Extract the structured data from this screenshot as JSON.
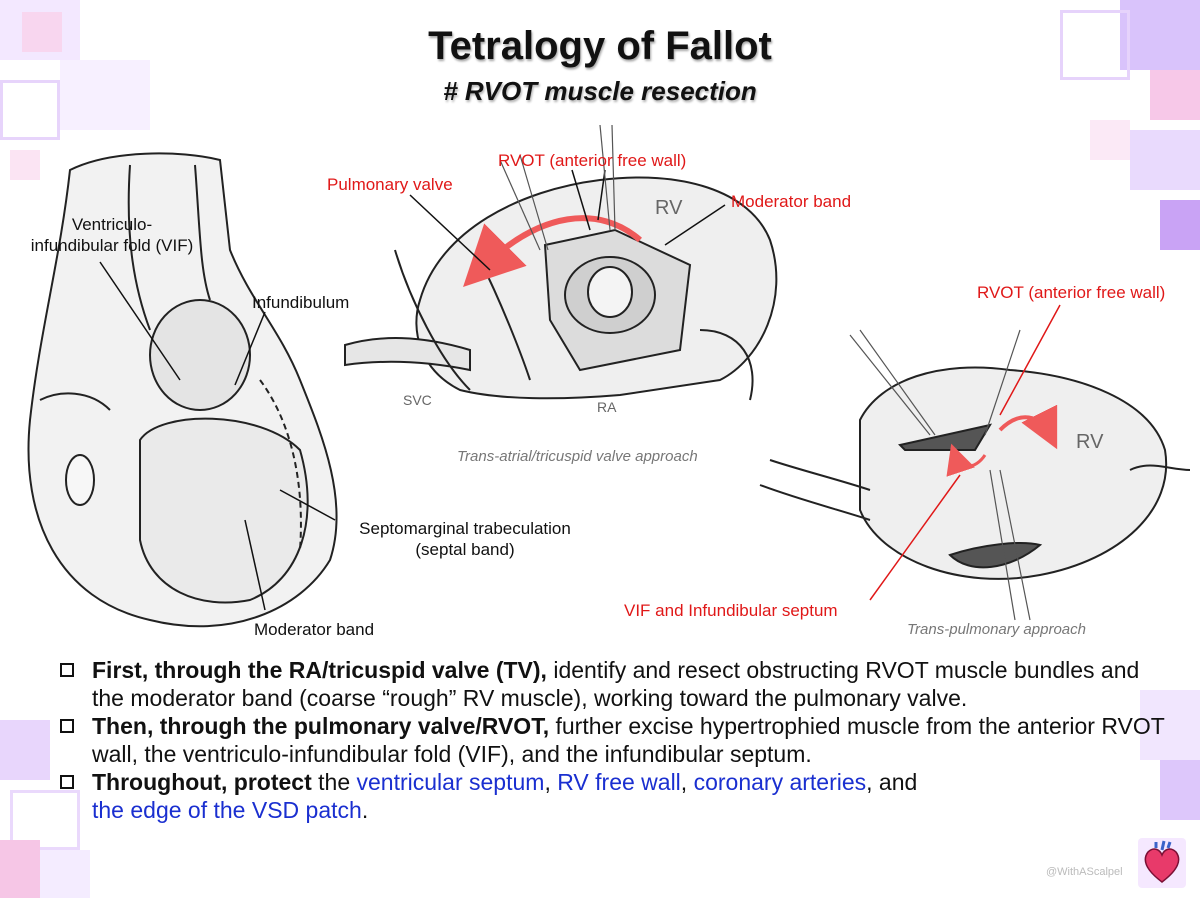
{
  "title": "Tetralogy of Fallot",
  "subtitle": "# RVOT muscle resection",
  "figure_left": {
    "labels": {
      "vif": "Ventriculo-\ninfundibular fold (VIF)",
      "infundibulum": "Infundibulum",
      "septomarginal": "Septomarginal trabeculation\n(septal band)",
      "moderator": "Moderator band"
    }
  },
  "figure_center": {
    "labels": {
      "pulmonary_valve": "Pulmonary valve",
      "rvot_free_wall": "RVOT (anterior free wall)",
      "moderator": "Moderator band",
      "rv": "RV",
      "svc": "SVC",
      "ra": "RA"
    },
    "caption": "Trans-atrial/tricuspid valve approach"
  },
  "figure_right": {
    "labels": {
      "rvot_free_wall": "RVOT (anterior free wall)",
      "rv": "RV",
      "vif_septum": "VIF and Infundibular septum"
    },
    "caption": "Trans-pulmonary approach"
  },
  "bullets": [
    {
      "bold": "First, through the RA/tricuspid valve (TV),",
      "rest": " identify and resect obstructing RVOT muscle bundles and the moderator band (coarse “rough” RV muscle), working toward the pulmonary valve."
    },
    {
      "bold": "Then, through the pulmonary valve/RVOT,",
      "rest": " further excise hypertrophied muscle from the anterior RVOT wall, the ventriculo-infundibular fold (VIF), and the infundibular septum."
    },
    {
      "bold": "Throughout, protect",
      "t1": " the ",
      "b1": "ventricular septum",
      "t2": ", ",
      "b2": "RV free wall",
      "t3": ", ",
      "b3": "coronary arteries",
      "t4": ", and ",
      "b4": "the edge of the VSD patch",
      "t5": "."
    }
  ],
  "watermark": "@WithAScalpel",
  "colors": {
    "accent_red": "#e01818",
    "protect_blue": "#1a2fd0",
    "decor_purple": "#c9a3f5",
    "decor_pink": "#f6c6e6"
  }
}
